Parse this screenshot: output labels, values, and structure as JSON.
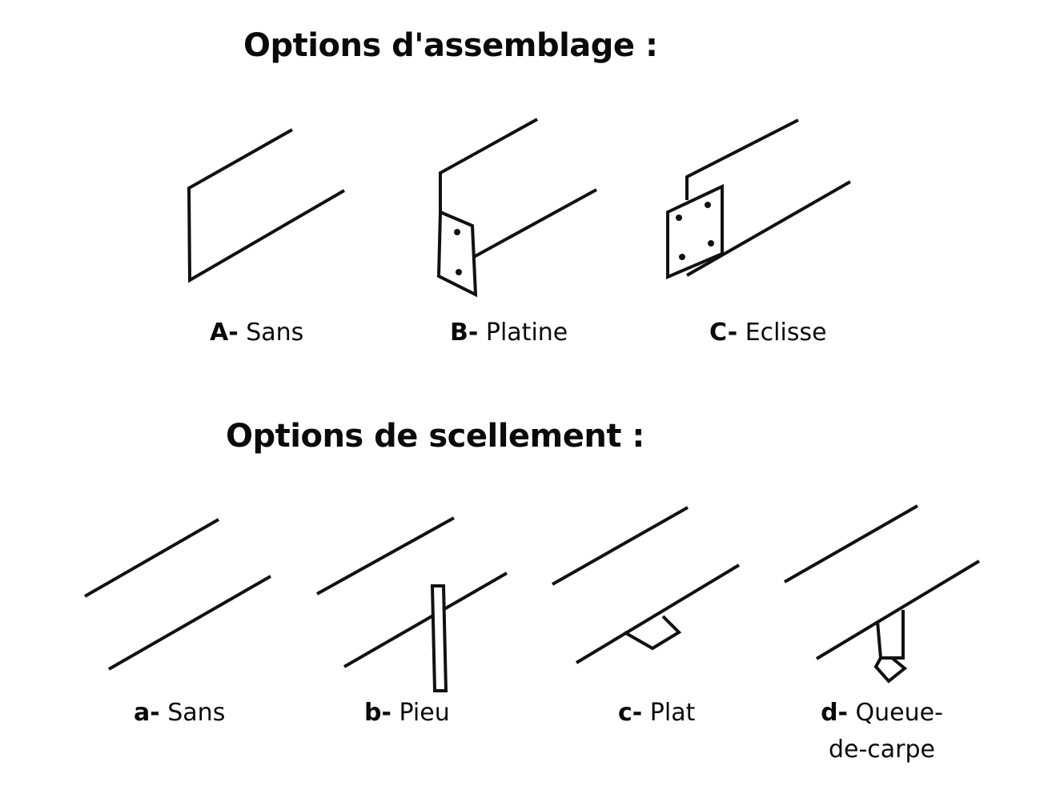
{
  "assemblage": {
    "title": "Options d'assemblage :",
    "options": [
      {
        "code": "A-",
        "name": "Sans"
      },
      {
        "code": "B-",
        "name": "Platine"
      },
      {
        "code": "C-",
        "name": "Eclisse"
      }
    ]
  },
  "scellement": {
    "title": "Options de scellement :",
    "options": [
      {
        "code": "a-",
        "name": "Sans"
      },
      {
        "code": "b-",
        "name": "Pieu"
      },
      {
        "code": "c-",
        "name": "Plat"
      },
      {
        "code": "d-",
        "name": "Queue-",
        "name_line2": "de-carpe"
      }
    ]
  }
}
